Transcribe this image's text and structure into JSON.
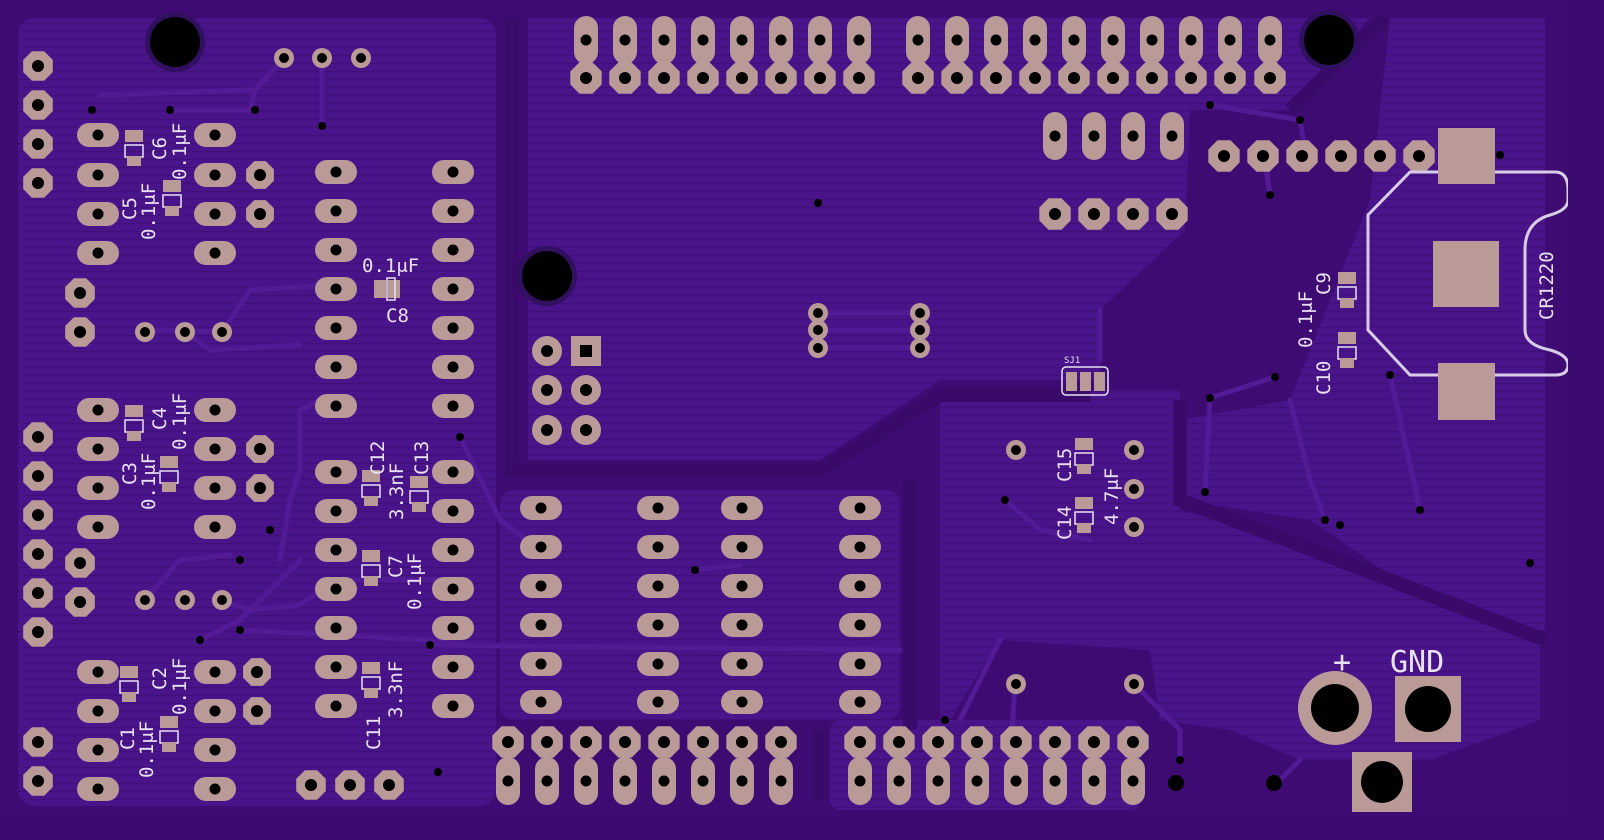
{
  "colors": {
    "board": "#3d0b72",
    "copper_pour": "#4a148a",
    "trace": "#511893",
    "pad": "#b99a97",
    "hole": "#000000",
    "silk": "#e9e1f2"
  },
  "labels": {
    "c1": "C1",
    "c1_val": "0.1μF",
    "c2": "C2",
    "c2_val": "0.1μF",
    "c3": "C3",
    "c3_val": "0.1μF",
    "c4": "C4",
    "c4_val": "0.1μF",
    "c5": "C5",
    "c5_val": "0.1μF",
    "c6": "C6",
    "c6_val": "0.1μF",
    "c7": "C7",
    "c7_val": "0.1μF",
    "c8": "C8",
    "c8_val": "0.1μF",
    "c9": "C9",
    "c10": "C10",
    "c9_c10_val": "0.1μF",
    "c11": "C11",
    "c11_val": "3.3nF",
    "c12": "C12",
    "c12_val": "3.3nF",
    "c13": "C13",
    "c14": "C14",
    "c15": "C15",
    "c14_c15_val": "4.7μF",
    "sj1": "SJ1",
    "battery": "CR1220",
    "plus": "+",
    "gnd": "GND"
  }
}
